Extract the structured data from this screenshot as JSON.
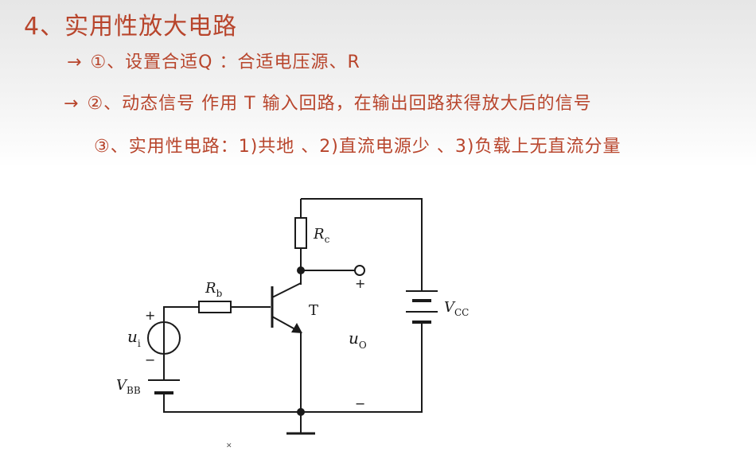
{
  "notes": {
    "title": "4、实用性放大电路",
    "line1_arrow": "→",
    "line1": "①、设置合适Q ：合适电压源、R",
    "line2_arrow": "→",
    "line2": "②、动态信号 作用 T 输入回路，在输出回路获得放大后的信号",
    "line3": "③、实用性电路：1)共地 、2)直流电源少 、3)负载上无直流分量"
  },
  "circuit": {
    "rb_label": "R",
    "rb_sub": "b",
    "rc_label": "R",
    "rc_sub": "c",
    "transistor_label": "T",
    "vcc_label": "V",
    "vcc_sub": "CC",
    "vbb_label": "V",
    "vbb_sub": "BB",
    "ui_label": "u",
    "ui_sub": "i",
    "uo_label": "u",
    "uo_sub": "O",
    "plus": "+",
    "minus": "−"
  },
  "colors": {
    "ink": "#1a1a1a",
    "annotation": "#b8452c"
  }
}
